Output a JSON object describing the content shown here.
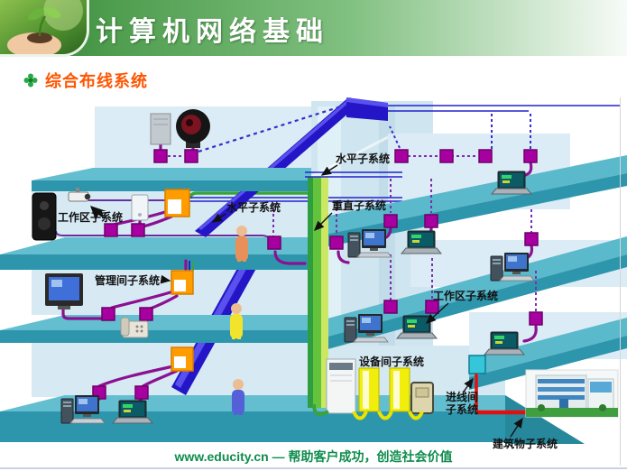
{
  "header": {
    "title": "计算机网络基础"
  },
  "bullet": {
    "label": "综合布线系统"
  },
  "diagram": {
    "labels": {
      "horizontal_top": "水平子系统",
      "horizontal_mid": "水平子系统",
      "vertical": "重直子系统",
      "work_area_left": "工作区子系统",
      "management": "管理间子系统",
      "work_area_right": "工作区子系统",
      "equipment": "设备间子系统",
      "entrance_line1": "进线间",
      "entrance_line2": "子系统",
      "building": "建筑物子系统"
    }
  },
  "footer": {
    "text": "www.educity.cn — 帮助客户成功，创造社会价值"
  },
  "colors": {
    "header_green": "#3c8c3c",
    "bullet_text_orange": "#ff5500",
    "footer_green": "#0e8c4c",
    "floor_teal_top": "#5ab9cb",
    "floor_teal_front": "#2e96ac",
    "tray_blue": "#2416c6",
    "riser_green": "#63c33c",
    "cable_purple": "#8b1190",
    "outlet_purple": "#a800a0",
    "junction_orange": "#ff9d00",
    "alert_red": "#e01010"
  }
}
